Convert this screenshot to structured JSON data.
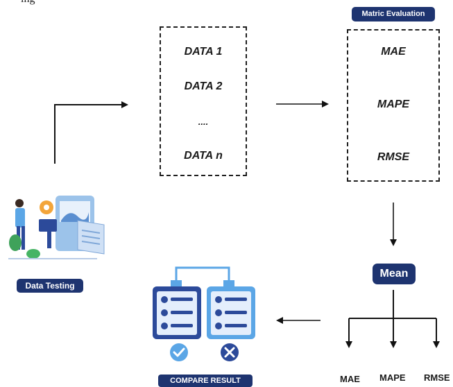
{
  "top_cut_text": "ing",
  "data_box": {
    "items": [
      "DATA 1",
      "DATA 2",
      "....",
      "DATA n"
    ]
  },
  "metric_box": {
    "title": "Matric Evaluation",
    "items": [
      "MAE",
      "MAPE",
      "RMSE"
    ]
  },
  "data_testing_label": "Data Testing",
  "mean_label": "Mean",
  "compare_label": "COMPARE RESULT",
  "outputs": [
    "MAE",
    "MAPE",
    "RMSE"
  ],
  "colors": {
    "navy": "#1e3470",
    "light_blue": "#5ba6e6",
    "doc_blue": "#2c4a9a"
  }
}
